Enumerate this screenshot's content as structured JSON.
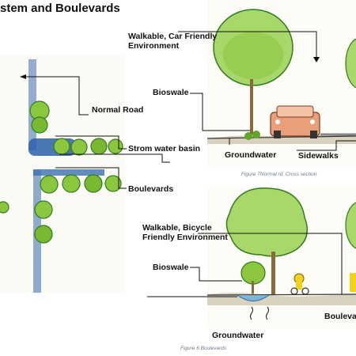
{
  "title": "stem and Boulevards",
  "plan_labels": {
    "normal_road": "Normal Road",
    "storm_water_basin": "Strom water basin",
    "boulevards": "Boulevards"
  },
  "section_top": {
    "walkable_line1": "Walkable, Car Friendly",
    "walkable_line2": "Environment",
    "bioswale": "Bioswale",
    "groundwater": "Groundwater",
    "sidewalks": "Sidewalks",
    "caption": "Figure 7Normal rd. Cross section"
  },
  "section_bottom": {
    "walkable_line1": "Walkable, Bicycle",
    "walkable_line2": "Friendly Environment",
    "bioswale": "Bioswale",
    "groundwater": "Groundwater",
    "boulevards": "Bouleva",
    "caption": "Figure 6 Boulevards"
  },
  "colors": {
    "tree_green": "#8cc63f",
    "tree_dark": "#2f7d1f",
    "road_blue": "#6a8fbf",
    "water_blue": "#2b5fa8",
    "car": "#e9a07a",
    "cyclist": "#f2d21b"
  }
}
